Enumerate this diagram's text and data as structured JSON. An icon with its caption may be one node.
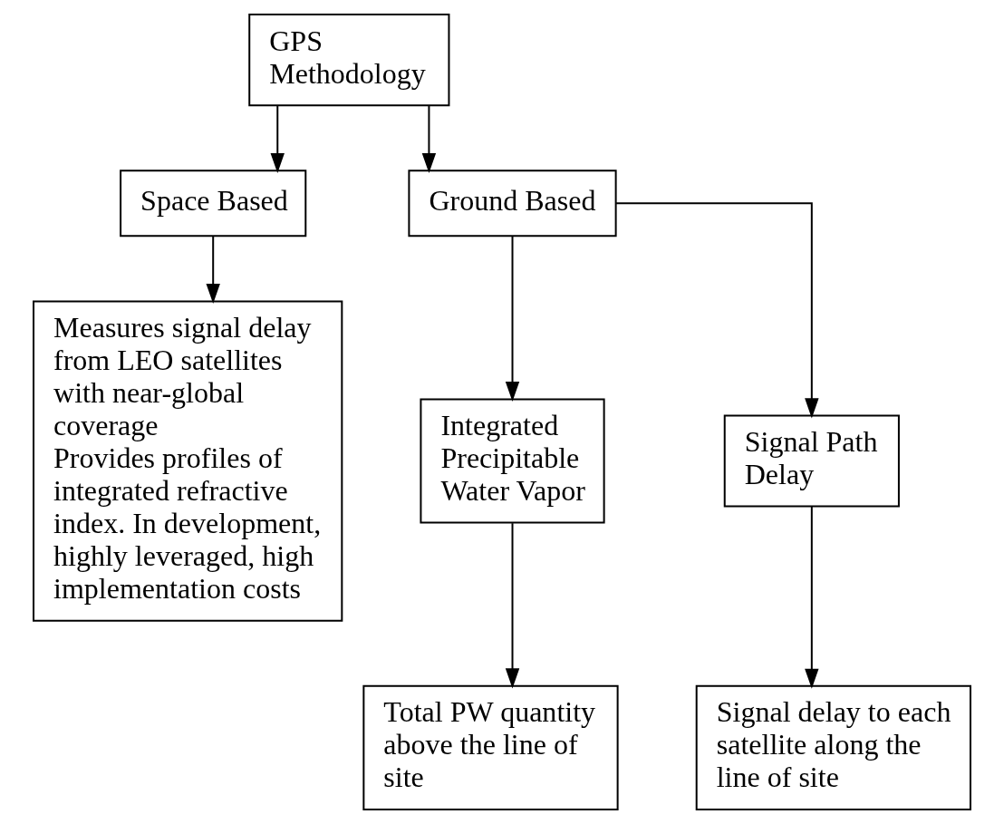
{
  "diagram": {
    "nodes": [
      {
        "text": [
          "GPS Methodology"
        ]
      },
      {
        "text": [
          "Space Based"
        ]
      },
      {
        "text": [
          "Ground Based"
        ]
      },
      {
        "text": [
          "Measures signal delay from LEO satellites with near-global coverage",
          "Provides profiles of integrated refractive index. In development, highly leveraged, high implementation costs"
        ]
      },
      {
        "text": [
          "Integrated Precipitable Water Vapor"
        ]
      },
      {
        "text": [
          "Signal Path Delay"
        ]
      },
      {
        "text": [
          "Total PW quantity above the line of site"
        ]
      },
      {
        "text": [
          "Signal delay to each satellite along the line of site"
        ]
      }
    ],
    "edges": [
      {
        "from": 0,
        "to": 1,
        "arrow": "to"
      },
      {
        "from": 0,
        "to": 2,
        "arrow": "to"
      },
      {
        "from": 1,
        "to": 3,
        "arrow": "to"
      },
      {
        "from": 2,
        "to": 4,
        "arrow": "to"
      },
      {
        "from": 2,
        "to": 5,
        "arrow": "to"
      },
      {
        "from": 4,
        "to": 6,
        "arrow": "to"
      },
      {
        "from": 5,
        "to": 7,
        "arrow": "to"
      }
    ]
  }
}
